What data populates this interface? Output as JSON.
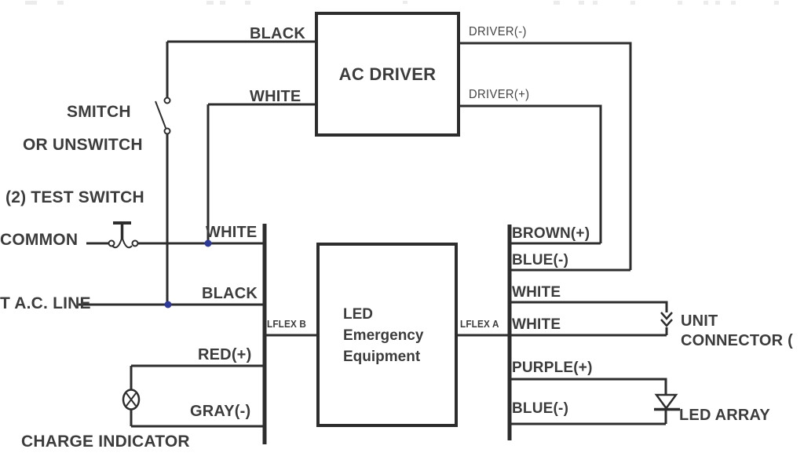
{
  "colors": {
    "line": "#2d2d2d",
    "text": "#3c3c3c",
    "junction_dot": "#2e3a97",
    "background": "#ffffff"
  },
  "boxes": {
    "ac_driver_label": "AC DRIVER",
    "led_equipment_lines": [
      "LED",
      "Emergency",
      "Equipment"
    ]
  },
  "labels": {
    "switch_note_line1": "SMITCH",
    "switch_note_line2": "OR UNSWITCH",
    "test_switch_note": "(2) TEST SWITCH",
    "common": "COMMON",
    "ac_line": "T A.C. LINE",
    "charge_indicator": "CHARGE INDICATOR",
    "unit_connector_line1": "UNIT",
    "unit_connector_line2": "CONNECTOR (",
    "led_array": "LED ARRAY"
  },
  "wires": {
    "black_input": "BLACK",
    "white_input": "WHITE",
    "driver_neg": "DRIVER(-)",
    "driver_pos": "DRIVER(+)",
    "white_common": "WHITE",
    "black_ac_line": "BLACK",
    "lflex_b": "LFLEX B",
    "lflex_a": "LFLEX A",
    "red_pos": "RED(+)",
    "gray_neg": "GRAY(-)",
    "brown_pos": "BROWN(+)",
    "blue_neg_upper": "BLUE(-)",
    "white_out_upper": "WHITE",
    "white_out_lower": "WHITE",
    "purple_pos": "PURPLE(+)",
    "blue_neg_lower": "BLUE(-)"
  }
}
